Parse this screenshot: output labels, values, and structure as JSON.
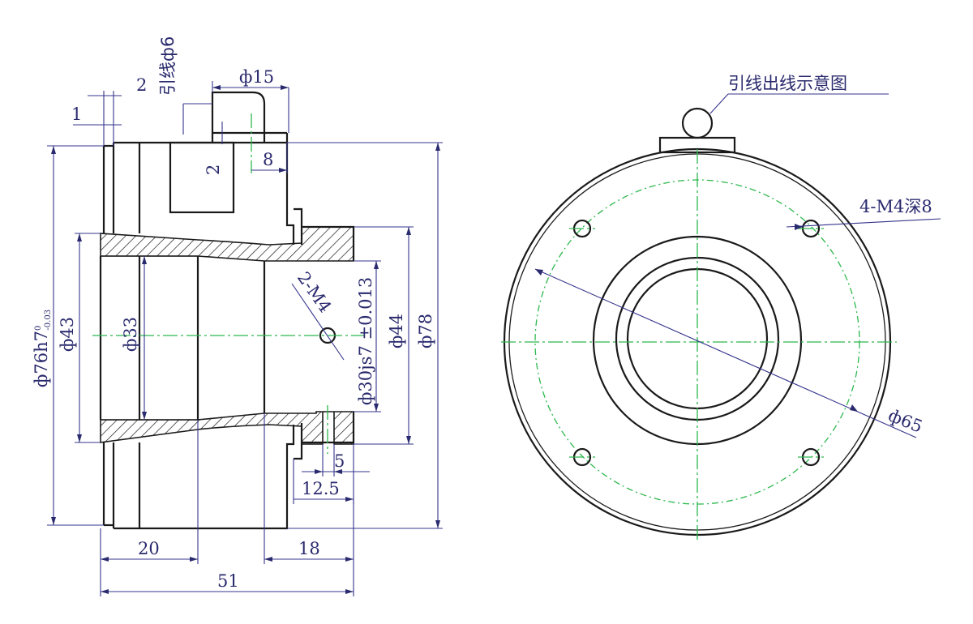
{
  "labels": {
    "lead_wire": "引线ф6",
    "dim_phi15": "ф15",
    "dim_2_top": "2",
    "dim_1": "1",
    "dim_2_small": "2",
    "dim_8": "8",
    "dim_2m4": "2-M4",
    "dim_phi76": "ф76h7",
    "dim_phi76_tol_upper": "0",
    "dim_phi76_tol_lower": "-0.03",
    "dim_phi43": "ф43",
    "dim_phi33": "ф33",
    "dim_phi30": "ф30js7 ±0.013",
    "dim_phi44": "ф44",
    "dim_phi78": "ф78",
    "dim_5": "5",
    "dim_12_5": "12.5",
    "dim_20": "20",
    "dim_18": "18",
    "dim_51": "51",
    "lead_out_view": "引线出线示意图",
    "holes_4m4": "4-M4深8",
    "dim_phi65": "ф65"
  },
  "colors": {
    "outline": "#1a1a1a",
    "dimension": "#2a2a6e",
    "centerline": "#2db84d"
  }
}
